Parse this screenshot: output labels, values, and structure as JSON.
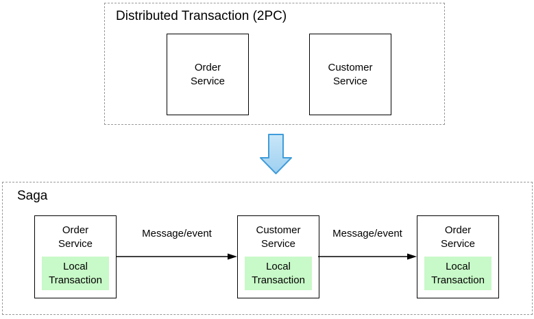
{
  "colors": {
    "dash_border": "#979797",
    "box_border": "#000000",
    "green_fill": "#c8f9c8",
    "arrow_fill_top": "#c9e7f9",
    "arrow_fill_bottom": "#9dcff0",
    "arrow_stroke": "#3f9cd9"
  },
  "top_group": {
    "title": "Distributed Transaction (2PC)",
    "services": [
      {
        "label": "Order\nService"
      },
      {
        "label": "Customer\nService"
      }
    ]
  },
  "transform_arrow": {
    "icon": "down-arrow"
  },
  "saga_group": {
    "title": "Saga",
    "steps": [
      {
        "service": "Order\nService",
        "inner": "Local\nTransaction"
      },
      {
        "service": "Customer\nService",
        "inner": "Local\nTransaction"
      },
      {
        "service": "Order\nService",
        "inner": "Local\nTransaction"
      }
    ],
    "arrows": [
      {
        "label": "Message/event"
      },
      {
        "label": "Message/event"
      }
    ]
  }
}
